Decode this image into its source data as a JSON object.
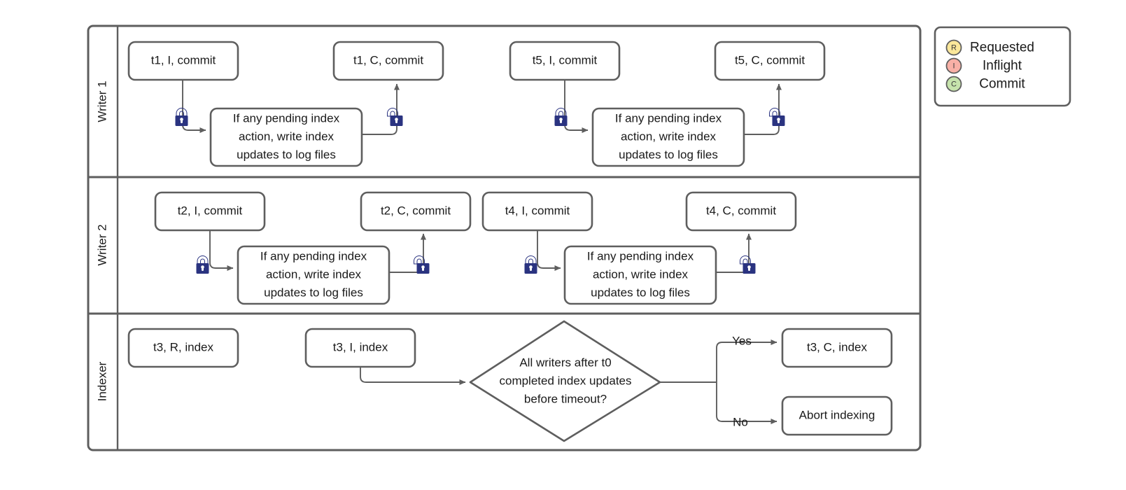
{
  "diagram": {
    "title": "Writer / Indexer swimlane flow",
    "colors": {
      "inflight_fill": "#f8b0a6",
      "commit_fill": "#c6e3ac",
      "requested_fill": "#fae79a",
      "process_fill": "#ffffff",
      "decision_fill": "#ffffff",
      "shape_stroke": "#5e5e5e",
      "lock_color": "#2a3380",
      "text_color": "#1a1a1a",
      "frame_stroke": "#5e5e5e"
    },
    "lanes": [
      {
        "id": "writer-1",
        "label": "Writer 1",
        "nodes": [
          {
            "id": "w1-t1-i",
            "label": "t1, I, commit",
            "kind": "inflight"
          },
          {
            "id": "w1-proc-1",
            "label_lines": [
              "If any pending index",
              "action, write index",
              "updates to log files"
            ],
            "kind": "process"
          },
          {
            "id": "w1-t1-c",
            "label": "t1, C, commit",
            "kind": "commit"
          },
          {
            "id": "w1-t5-i",
            "label": "t5, I, commit",
            "kind": "inflight"
          },
          {
            "id": "w1-proc-2",
            "label_lines": [
              "If any pending index",
              "action, write index",
              "updates to log files"
            ],
            "kind": "process"
          },
          {
            "id": "w1-t5-c",
            "label": "t5, C, commit",
            "kind": "commit"
          }
        ],
        "locks": [
          {
            "id": "w1-lock-1",
            "state": "locked"
          },
          {
            "id": "w1-lock-2",
            "state": "unlocked"
          },
          {
            "id": "w1-lock-3",
            "state": "locked"
          },
          {
            "id": "w1-lock-4",
            "state": "unlocked"
          }
        ]
      },
      {
        "id": "writer-2",
        "label": "Writer 2",
        "nodes": [
          {
            "id": "w2-t2-i",
            "label": "t2, I, commit",
            "kind": "inflight"
          },
          {
            "id": "w2-proc-1",
            "label_lines": [
              "If any pending index",
              "action, write index",
              "updates to log files"
            ],
            "kind": "process"
          },
          {
            "id": "w2-t2-c",
            "label": "t2, C, commit",
            "kind": "commit"
          },
          {
            "id": "w2-t4-i",
            "label": "t4, I, commit",
            "kind": "inflight"
          },
          {
            "id": "w2-proc-2",
            "label_lines": [
              "If any pending index",
              "action, write index",
              "updates to log files"
            ],
            "kind": "process"
          },
          {
            "id": "w2-t4-c",
            "label": "t4, C, commit",
            "kind": "commit"
          }
        ],
        "locks": [
          {
            "id": "w2-lock-1",
            "state": "locked"
          },
          {
            "id": "w2-lock-2",
            "state": "unlocked"
          },
          {
            "id": "w2-lock-3",
            "state": "locked"
          },
          {
            "id": "w2-lock-4",
            "state": "unlocked"
          }
        ]
      },
      {
        "id": "indexer",
        "label": "Indexer",
        "nodes": [
          {
            "id": "ix-t3-r",
            "label": "t3, R, index",
            "kind": "requested"
          },
          {
            "id": "ix-t3-i",
            "label": "t3, I, index",
            "kind": "inflight"
          },
          {
            "id": "ix-decision",
            "label_lines": [
              "All writers after t0",
              "completed index updates",
              "before timeout?"
            ],
            "kind": "decision"
          },
          {
            "id": "ix-t3-c",
            "label": "t3, C, index",
            "kind": "commit"
          },
          {
            "id": "ix-abort",
            "label": "Abort indexing",
            "kind": "inflight"
          }
        ],
        "edge_labels": [
          {
            "id": "edge-yes",
            "label": "Yes"
          },
          {
            "id": "edge-no",
            "label": "No"
          }
        ]
      }
    ]
  },
  "legend": {
    "items": [
      {
        "id": "legend-requested",
        "letter": "R",
        "label": "Requested",
        "color": "#fae79a"
      },
      {
        "id": "legend-inflight",
        "letter": "I",
        "label": "Inflight",
        "color": "#f8b0a6"
      },
      {
        "id": "legend-commit",
        "letter": "C",
        "label": "Commit",
        "color": "#c6e3ac"
      }
    ]
  }
}
